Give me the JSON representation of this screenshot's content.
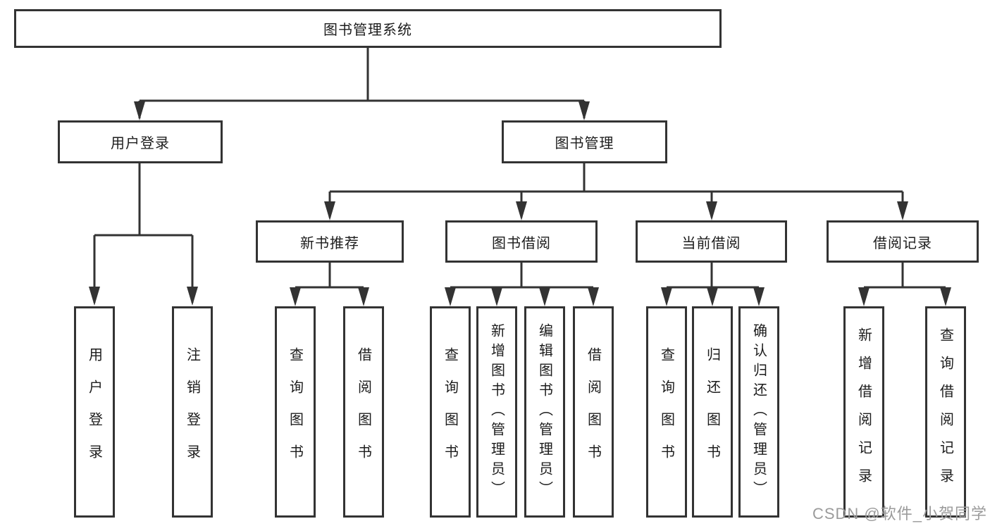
{
  "tree": {
    "root": {
      "label": "图书管理系统",
      "children": [
        {
          "label": "用户登录",
          "children": [
            {
              "label": "用户登录"
            },
            {
              "label": "注销登录"
            }
          ]
        },
        {
          "label": "图书管理",
          "children": [
            {
              "label": "新书推荐",
              "children": [
                {
                  "label": "查询图书"
                },
                {
                  "label": "借阅图书"
                }
              ]
            },
            {
              "label": "图书借阅",
              "children": [
                {
                  "label": "查询图书"
                },
                {
                  "label": "新增图书（管理员）"
                },
                {
                  "label": "编辑图书（管理员）"
                },
                {
                  "label": "借阅图书"
                }
              ]
            },
            {
              "label": "当前借阅",
              "children": [
                {
                  "label": "查询图书"
                },
                {
                  "label": "归还图书"
                },
                {
                  "label": "确认归还（管理员）"
                }
              ]
            },
            {
              "label": "借阅记录",
              "children": [
                {
                  "label": "新增借阅记录"
                },
                {
                  "label": "查询借阅记录"
                }
              ]
            }
          ]
        }
      ]
    }
  },
  "colors": {
    "line": "#333333",
    "box_border": "#333333",
    "text": "#1c1c1c",
    "watermark": "#9b9b9b",
    "background": "#ffffff"
  },
  "watermark": {
    "text": "CSDN @软件_小贺同学"
  }
}
